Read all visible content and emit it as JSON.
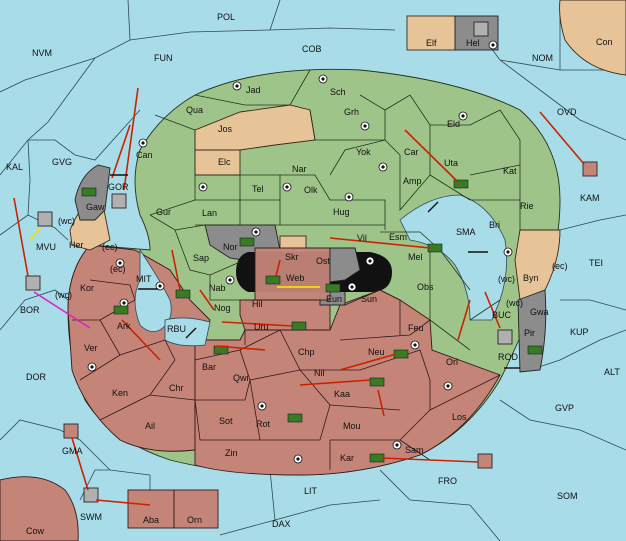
{
  "colors": {
    "sea": "#a8dce8",
    "green": "#9fc48a",
    "red": "#c48478",
    "tan": "#e6c498",
    "gray": "#8c8c8c",
    "order": "#cc2200",
    "yellow": "#f0e000",
    "magenta": "#e020c0"
  },
  "labels": {
    "POL": "POL",
    "NVM": "NVM",
    "FUN": "FUN",
    "COB": "COB",
    "Elf": "Elf",
    "Hel": "Hel",
    "NOM": "NOM",
    "Con": "Con",
    "Jad": "Jad",
    "Sch": "Sch",
    "Qua": "Qua",
    "Jos": "Jos",
    "Grh": "Grh",
    "Eld": "Eld",
    "OVD": "OVD",
    "KAL": "KAL",
    "GVG": "GVG",
    "Can": "Can",
    "Elc": "Elc",
    "Nar": "Nar",
    "Yok": "Yok",
    "Car": "Car",
    "Uta": "Uta",
    "Kat": "Kat",
    "GOR": "GOR",
    "Tel": "Tel",
    "Olk": "Olk",
    "Amp": "Amp",
    "Rie": "Rie",
    "KAM": "KAM",
    "Gaw": "Gaw",
    "Gur": "Gur",
    "Lan": "Lan",
    "Hug": "Hug",
    "Bri": "Bri",
    "wc1": "(wc)",
    "MVU": "MVU",
    "SMA": "SMA",
    "Nor": "Nor",
    "Vil": "Vil",
    "Esm": "Esm",
    "Her": "Her",
    "ec1": "(ec)",
    "Skr": "Skr",
    "Mel": "Mel",
    "Sap": "Sap",
    "Ost": "Ost",
    "Web": "Web",
    "TEI": "TEI",
    "ec2": "(ec)",
    "Byn": "Byn",
    "ec3": "(ec)",
    "wc2": "(wc)",
    "Kor": "Kor",
    "MIT": "MIT",
    "Nab": "Nab",
    "Eun": "Eun",
    "BOR": "BOR",
    "wc3": "(wc)",
    "Hil": "Hil",
    "Sun": "Sun",
    "Obs": "Obs",
    "wc4": "(wc)",
    "Gwa": "Gwa",
    "Ark": "Ark",
    "RBU": "RBU",
    "Nog": "Nog",
    "BUC": "BUC",
    "KUP": "KUP",
    "Uru": "Uru",
    "Feu": "Feu",
    "Pir": "Pir",
    "Ver": "Ver",
    "Chp": "Chp",
    "Neu": "Neu",
    "Orl": "Orl",
    "ROD": "ROD",
    "DOR": "DOR",
    "Bar": "Bar",
    "Qwi": "Qwi",
    "Nil": "Nil",
    "ALT": "ALT",
    "Ken": "Ken",
    "Chr": "Chr",
    "Kaa": "Kaa",
    "GVP": "GVP",
    "Ail": "Ail",
    "Sot": "Sot",
    "Rot": "Rot",
    "Mou": "Mou",
    "Los": "Los",
    "GMA": "GMA",
    "Zin": "Zin",
    "Sam": "Sam",
    "Kar": "Kar",
    "FRO": "FRO",
    "LIT": "LIT",
    "SOM": "SOM",
    "SWM": "SWM",
    "Aba": "Aba",
    "Orn": "Orn",
    "DAX": "DAX",
    "Cow": "Cow"
  }
}
